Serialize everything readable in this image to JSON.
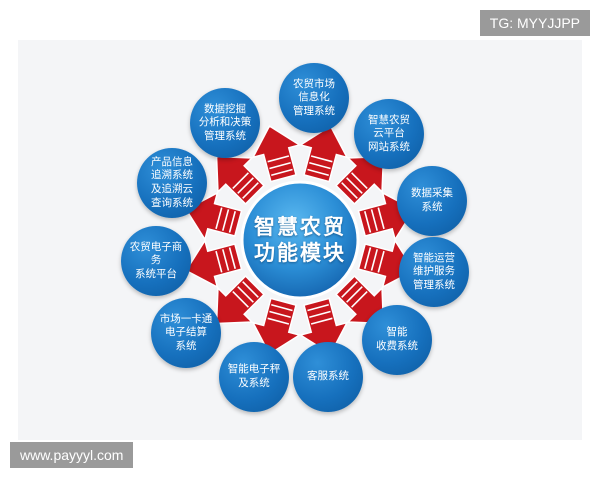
{
  "watermarks": {
    "top_right": "TG: MYYJJPP",
    "bottom_left": "www.payyyl.com"
  },
  "center": {
    "line1": "智慧农贸",
    "line2": "功能模块"
  },
  "nodes": [
    {
      "label": "农贸市场\n信息化\n管理系统"
    },
    {
      "label": "智慧农贸\n云平台\n网站系统"
    },
    {
      "label": "数据采集\n系统"
    },
    {
      "label": "智能运营\n维护服务\n管理系统"
    },
    {
      "label": "智能\n收费系统"
    },
    {
      "label": "客服系统"
    },
    {
      "label": "智能电子秤\n及系统"
    },
    {
      "label": "市场一卡通\n电子结算\n系统"
    },
    {
      "label": "农贸电子商务\n系统平台"
    },
    {
      "label": "产品信息\n追溯系统\n及追溯云\n查询系统"
    },
    {
      "label": "数据挖掘\n分析和决策\n管理系统"
    }
  ],
  "colors": {
    "node_blue": "#1670bd",
    "arrow_red": "#c8161d",
    "center_blue": "#2b8ed6"
  }
}
